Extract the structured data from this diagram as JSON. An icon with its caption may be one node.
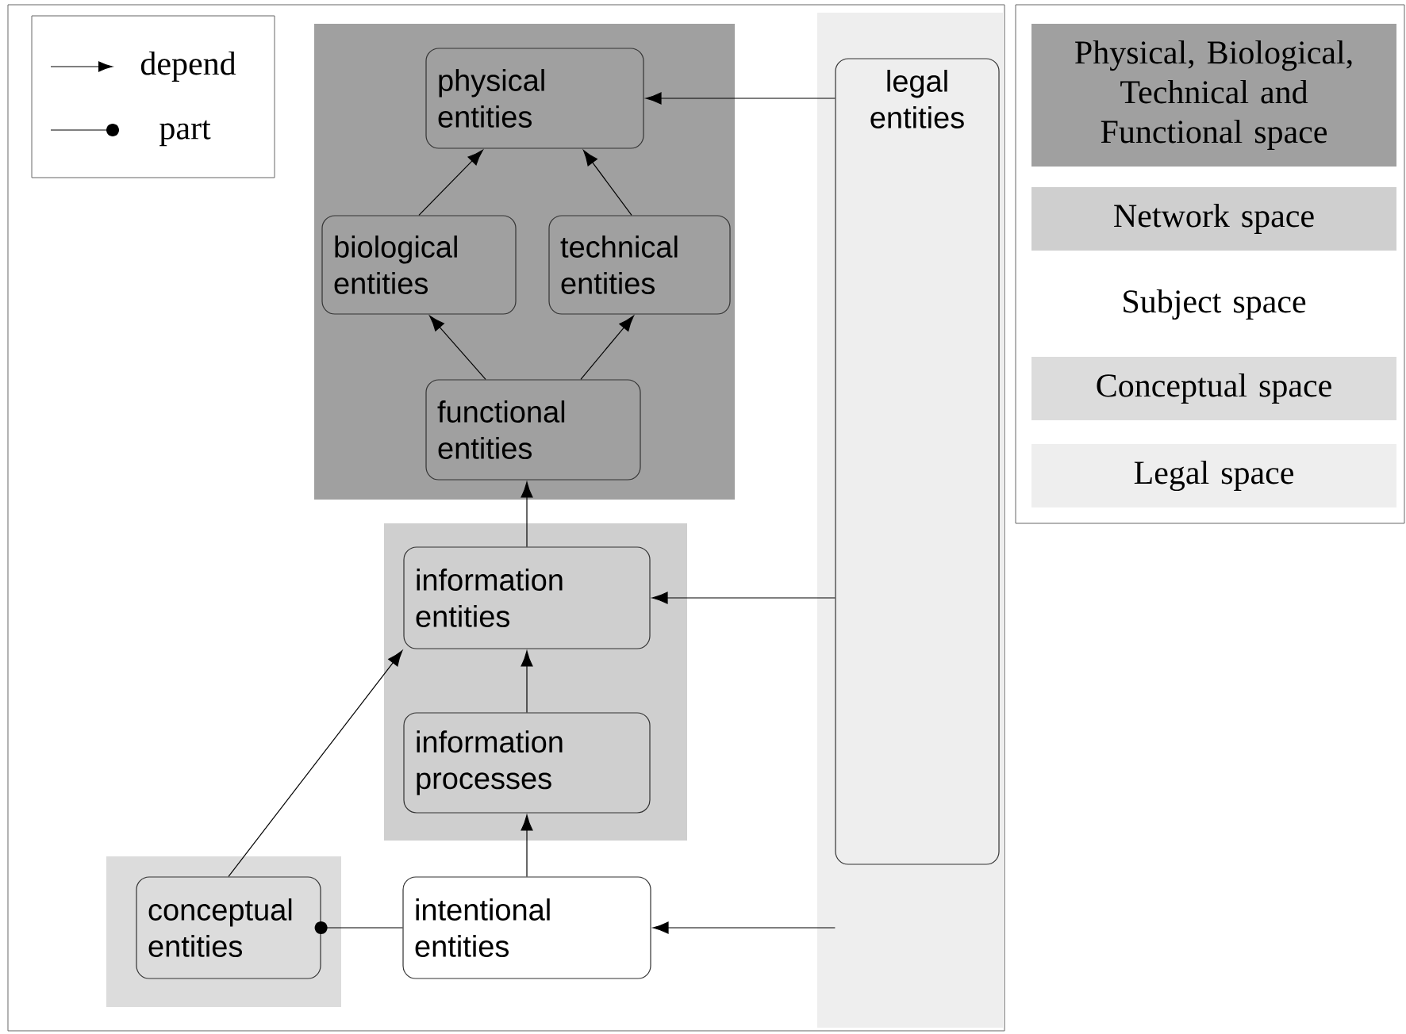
{
  "diagram": {
    "nodes": [
      {
        "text": [
          "physical entities"
        ]
      },
      {
        "text": [
          "biological entities"
        ]
      },
      {
        "text": [
          "technical entities"
        ]
      },
      {
        "text": [
          "functional entities"
        ]
      },
      {
        "text": [
          "legal entities"
        ]
      },
      {
        "text": [
          "information entities"
        ]
      },
      {
        "text": [
          "information processes"
        ]
      },
      {
        "text": [
          "conceptual entities"
        ]
      },
      {
        "text": [
          "intentional entities"
        ]
      }
    ],
    "edges": [
      {
        "from": 1,
        "to": 0,
        "arrow": "to"
      },
      {
        "from": 2,
        "to": 0,
        "arrow": "to"
      },
      {
        "from": 3,
        "to": 1,
        "arrow": "to"
      },
      {
        "from": 3,
        "to": 2,
        "arrow": "to"
      },
      {
        "from": 4,
        "to": 0,
        "arrow": "to"
      },
      {
        "from": 5,
        "to": 3,
        "arrow": "to"
      },
      {
        "from": 4,
        "to": 5,
        "arrow": "to"
      },
      {
        "from": 6,
        "to": 5,
        "arrow": "to"
      },
      {
        "from": 7,
        "to": 5,
        "arrow": "to"
      },
      {
        "from": 8,
        "to": 6,
        "arrow": "to"
      },
      {
        "from": 4,
        "to": 8,
        "arrow": "to"
      },
      {
        "from": 8,
        "to": 7,
        "arrow": "other"
      }
    ],
    "legend": [
      {
        "text": "depend"
      },
      {
        "text": "part"
      },
      {
        "text": "Physical, Biological, Technical and Functional space",
        "color": "#a0a0a0"
      },
      {
        "text": "Network space",
        "color": "#cfcfcf"
      },
      {
        "text": "Subject space"
      },
      {
        "text": "Conceptual space",
        "color": "#dcdcdc"
      },
      {
        "text": "Legal space",
        "color": "#eeeeee"
      }
    ]
  }
}
